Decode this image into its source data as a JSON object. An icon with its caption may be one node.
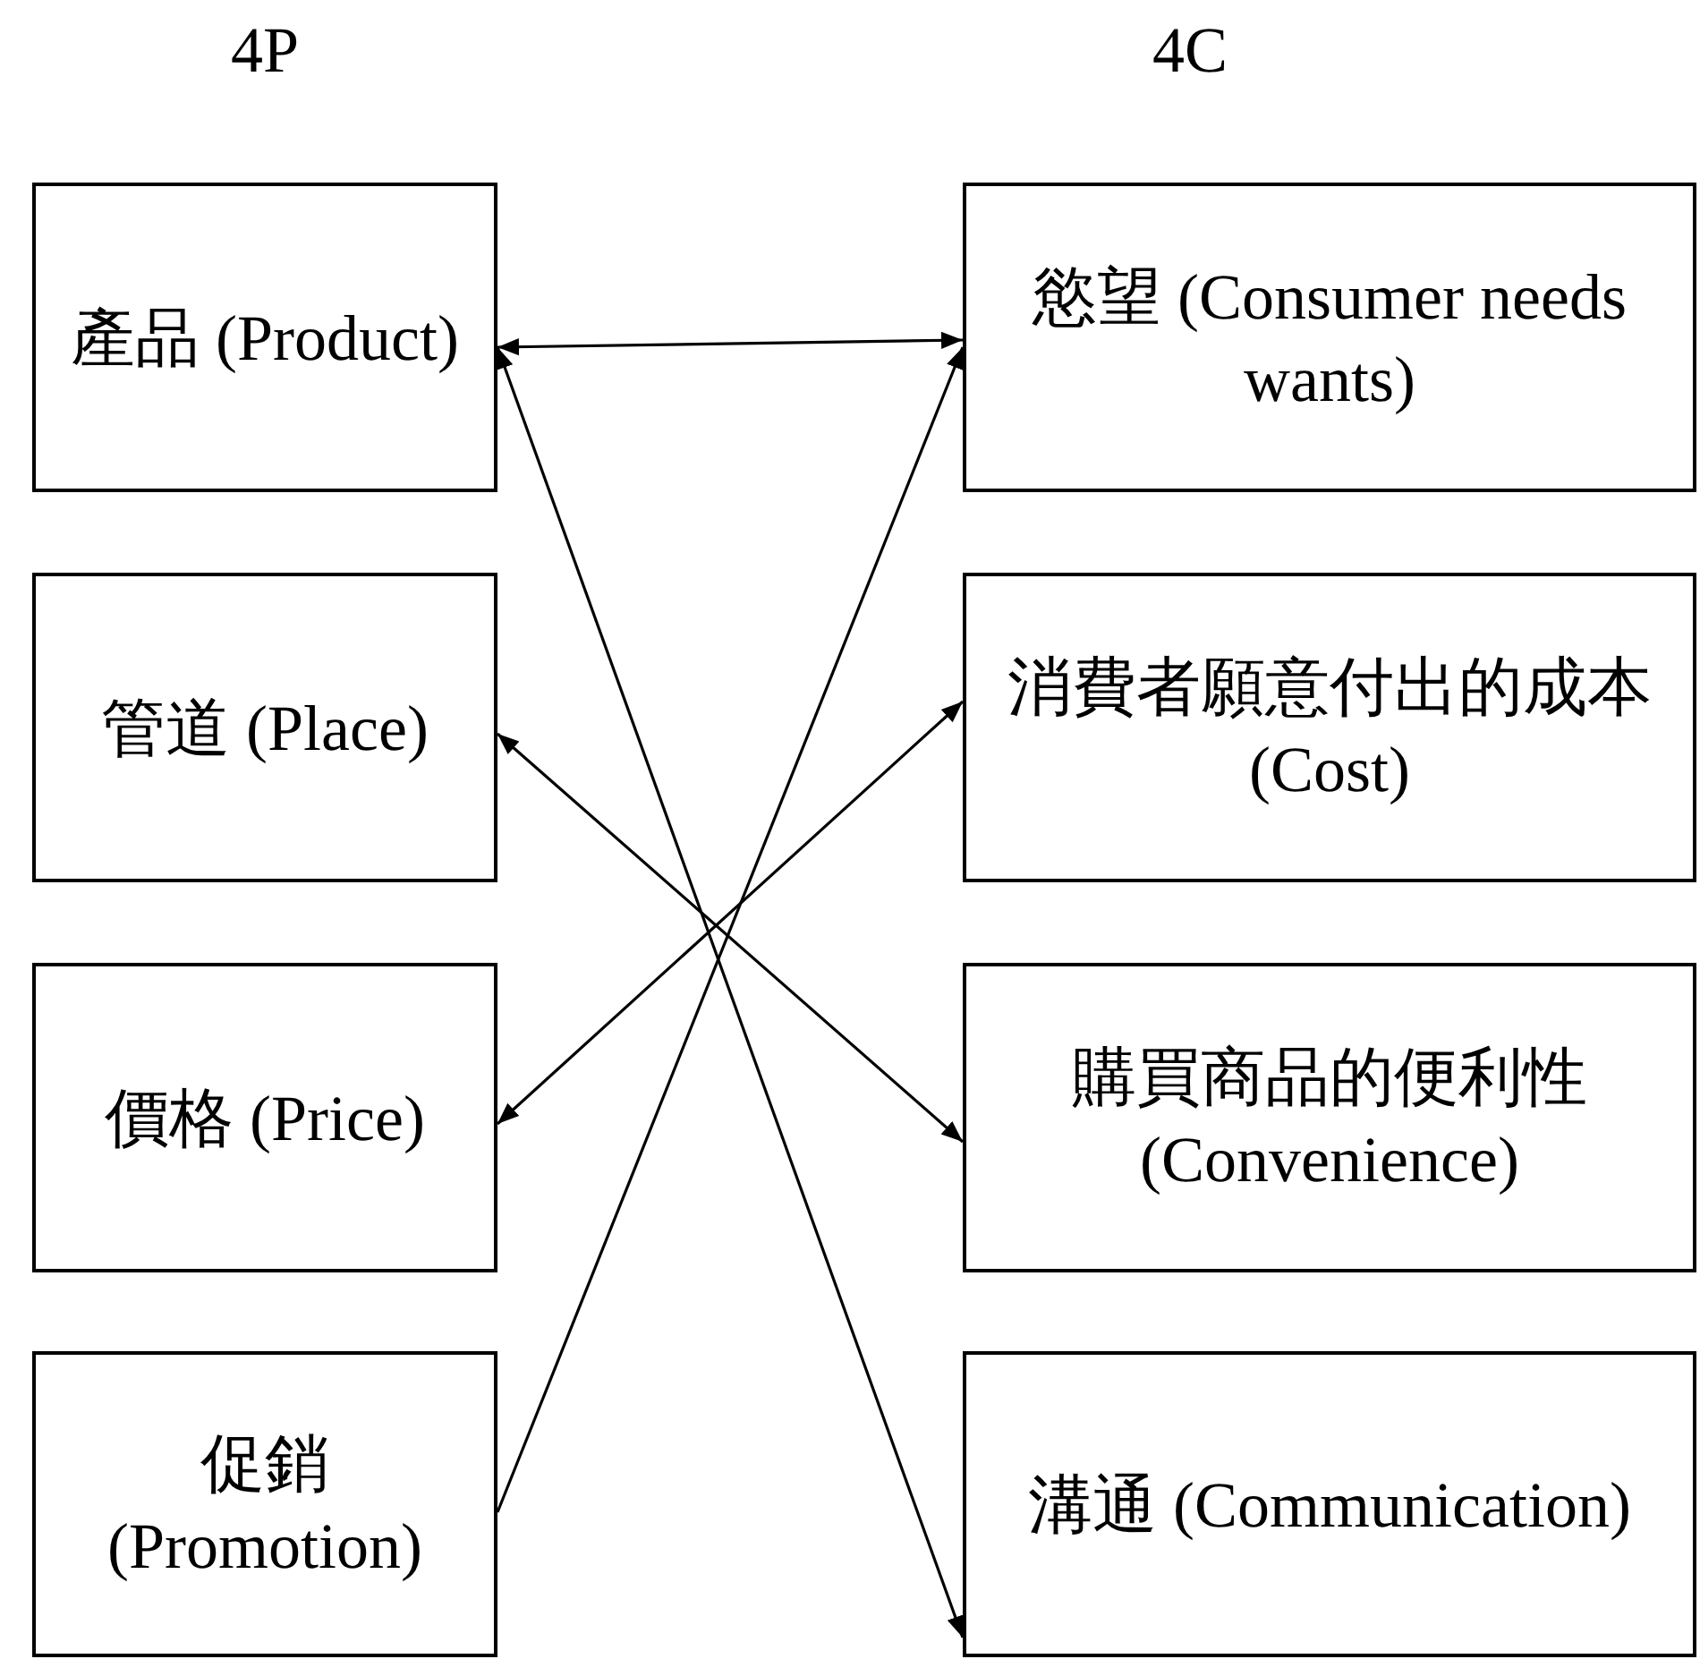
{
  "diagram": {
    "nodes": [
      {
        "text": [
          "產品 (Product)"
        ]
      },
      {
        "text": [
          "管道 (Place)"
        ]
      },
      {
        "text": [
          "價格 (Price)"
        ]
      },
      {
        "text": [
          "促銷 (Promotion)"
        ]
      },
      {
        "text": [
          "慾望 (Consumer needs wants)"
        ]
      },
      {
        "text": [
          "消費者願意付出的成本 (Cost)"
        ]
      },
      {
        "text": [
          "購買商品的便利性 (Convenience)"
        ]
      },
      {
        "text": [
          "溝通 (Communication)"
        ]
      }
    ],
    "edges": [
      {
        "from": 0,
        "to": 4,
        "arrow": "both"
      },
      {
        "from": 0,
        "to": 7,
        "arrow": "both"
      },
      {
        "from": 3,
        "to": 4,
        "arrow": "to"
      },
      {
        "from": 1,
        "to": 6,
        "arrow": "both"
      },
      {
        "from": 2,
        "to": 5,
        "arrow": "both"
      }
    ],
    "labels": [
      "4P",
      "4C"
    ]
  }
}
